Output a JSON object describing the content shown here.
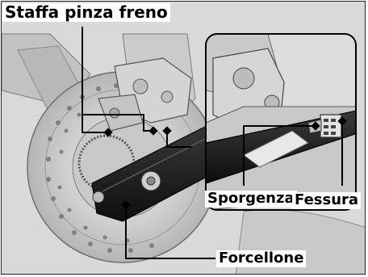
{
  "labels": {
    "caliper_bracket": "Staffa pinza freno",
    "protrusion": "Sporgenza",
    "slot": "Fessura",
    "swingarm": "Forcellone"
  }
}
